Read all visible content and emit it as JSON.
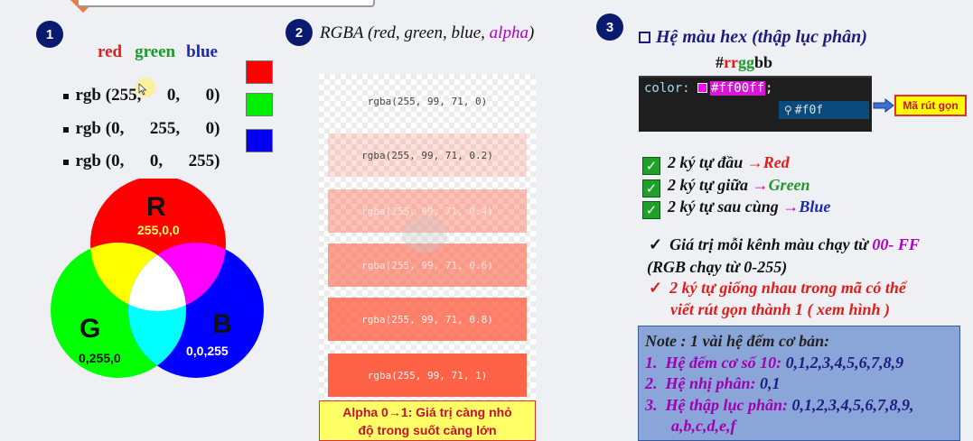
{
  "section1": {
    "number": "1",
    "headers": {
      "red": "red",
      "green": "green",
      "blue": "blue"
    },
    "rows": [
      {
        "label": "rgb (255,      0,      0)",
        "swatch_color": "#ff0000"
      },
      {
        "label": "rgb (0,      255,      0)",
        "swatch_color": "#00ee00"
      },
      {
        "label": "rgb (0,      0,      255)",
        "swatch_color": "#0000ee"
      }
    ],
    "venn": {
      "r_letter": "R",
      "r_value": "255,0,0",
      "g_letter": "G",
      "g_value": "0,255,0",
      "b_letter": "B",
      "b_value": "0,0,255"
    }
  },
  "section2": {
    "number": "2",
    "title_prefix": "RGBA (red, green, blue, ",
    "title_alpha": "alpha",
    "title_suffix": ")",
    "boxes": [
      {
        "text": "rgba(255, 99, 71, 0)",
        "alpha": 0
      },
      {
        "text": "rgba(255, 99, 71, 0.2)",
        "alpha": 0.2
      },
      {
        "text": "rgba(255, 99, 71, 0.4)",
        "alpha": 0.4
      },
      {
        "text": "rgba(255, 99, 71, 0.6)",
        "alpha": 0.6
      },
      {
        "text": "rgba(255, 99, 71, 0.8)",
        "alpha": 0.8
      },
      {
        "text": "rgba(255, 99, 71, 1)",
        "alpha": 1
      }
    ],
    "caption_line1": "Alpha 0→1: Giá trị càng nhỏ",
    "caption_line2": "độ trong suốt càng lớn"
  },
  "section3": {
    "number": "3",
    "title": "Hệ màu hex (thập lục phân)",
    "format_hash": "#",
    "format_rr": "rr",
    "format_gg": "gg",
    "format_bb": "bb",
    "code_prop": "color: ",
    "code_value": "#ff00ff",
    "code_semicolon": ";",
    "code_suggestion": "#f0f",
    "short_label": "Mã rút gọn",
    "checks": [
      {
        "text": "2 ký tự đầu ",
        "target": "Red",
        "color": "#e31b1b"
      },
      {
        "text": "2 ký tự giữa ",
        "target": "Green",
        "color": "#1c9a2a"
      },
      {
        "text": "2 ký tự sau cùng ",
        "target": "Blue",
        "color": "#1b2ab0"
      }
    ],
    "value_range_prefix": "Giá trị mỗi kênh màu chạy từ ",
    "value_range_highlight": "00- FF",
    "value_range_line2": "(RGB chạy từ 0-255)",
    "shortcut_line1": "2 ký tự giống nhau trong mã có thể",
    "shortcut_line2": "viết rút gọn thành 1 ( xem hình )",
    "note_title": "Note : 1 vài hệ đếm cơ bản:",
    "note_items": [
      {
        "num": "1.",
        "label": "Hệ đếm cơ số 10: ",
        "value": "0,1,2,3,4,5,6,7,8,9"
      },
      {
        "num": "2.",
        "label": "Hệ nhị phân: ",
        "value": "0,1"
      },
      {
        "num": "3.",
        "label": "Hệ thập lục phân: ",
        "value": "0,1,2,3,4,5,6,7,8,9,"
      }
    ],
    "note_item3_cont": "a,b,c,d,e,f"
  }
}
